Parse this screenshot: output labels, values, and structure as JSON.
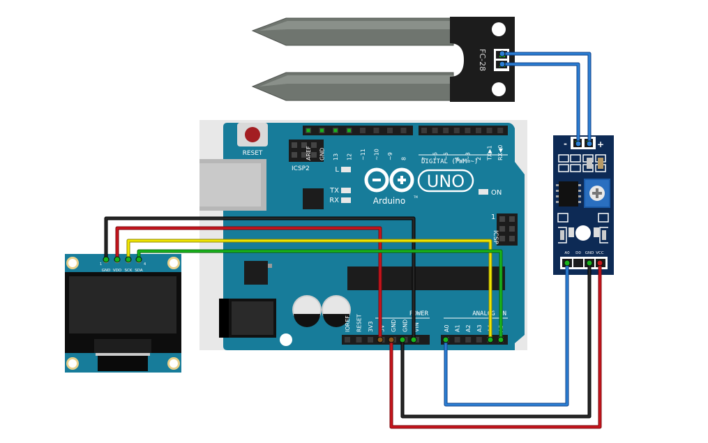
{
  "sensor": {
    "model": "FC-28"
  },
  "arduino": {
    "reset_label": "RESET",
    "icsp2_label": "ICSP2",
    "icsp_label": "ICSP",
    "icsp_pin1": "1",
    "logo_text": "Arduino",
    "logo_tm": "TM",
    "uno_label": "UNO",
    "digital_label": "DIGITAL (PWM=~)",
    "power_label": "POWER",
    "analog_label": "ANALOG IN",
    "on_label": "ON",
    "leds": [
      "L",
      "TX",
      "RX"
    ],
    "top_left_pins": [
      "AREF",
      "GND",
      "13",
      "12",
      "~11",
      "~10",
      "~9",
      "8"
    ],
    "top_right_pins": [
      "7",
      "~6",
      "~5",
      "4",
      "~3",
      "2",
      "TX▶1",
      "RX◀0"
    ],
    "power_pins": [
      "IOREF",
      "RESET",
      "3V3",
      "5V",
      "GND",
      "GND",
      "VIN"
    ],
    "analog_pins": [
      "A0",
      "A1",
      "A2",
      "A3",
      "A4",
      "A5"
    ]
  },
  "oled": {
    "pins": [
      "GND",
      "VDD",
      "SCK",
      "SDA"
    ],
    "pin_first": "1",
    "pin_last": "4"
  },
  "module": {
    "top_pins": [
      "-",
      "+"
    ],
    "bottom_pins": [
      "A0",
      "D0",
      "GND",
      "VCC"
    ]
  },
  "colors": {
    "wire_blue": "#2b7fd4",
    "wire_red": "#c8141c",
    "wire_black": "#1a1a1a",
    "wire_yellow": "#f2e600",
    "wire_green": "#19b41c",
    "board_teal": "#177c9a",
    "pcb_dark": "#0d2a55"
  }
}
